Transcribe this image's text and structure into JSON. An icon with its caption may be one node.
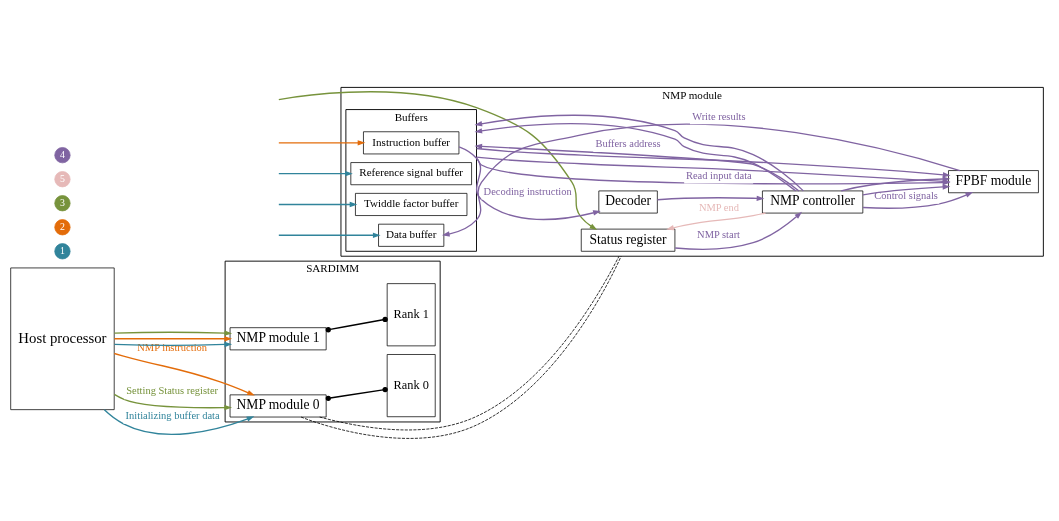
{
  "diagram": {
    "nodes": [
      {
        "text": [
          "Host processor"
        ]
      },
      {
        "text": [
          "SARDIMM"
        ]
      },
      {
        "text": [
          "NMP module 0"
        ],
        "in": 1
      },
      {
        "text": [
          "NMP module 1"
        ],
        "in": 1
      },
      {
        "text": [
          "Rank 0"
        ],
        "in": 1
      },
      {
        "text": [
          "Rank 1"
        ],
        "in": 1
      },
      {
        "text": [
          "NMP module"
        ]
      },
      {
        "text": [
          "Status register"
        ],
        "in": 6
      },
      {
        "text": [
          "Buffers"
        ],
        "in": 6
      },
      {
        "text": [
          "Instruction buffer"
        ],
        "in": 8
      },
      {
        "text": [
          "Reference signal buffer"
        ],
        "in": 8
      },
      {
        "text": [
          "Twiddle factor buffer"
        ],
        "in": 8
      },
      {
        "text": [
          "Data buffer"
        ],
        "in": 8
      },
      {
        "text": [
          "Decoder"
        ],
        "in": 6
      },
      {
        "text": [
          "NMP controller"
        ],
        "in": 6
      },
      {
        "text": [
          "FPBF module"
        ],
        "in": 6
      }
    ],
    "edges": [
      {
        "from": 0,
        "to": 2,
        "arrow": "to",
        "label": "Initializing buffer data",
        "color": "#31849b"
      },
      {
        "from": 0,
        "to": 3,
        "arrow": "to",
        "color": "#31849b"
      },
      {
        "from": 0,
        "to": 2,
        "arrow": "to",
        "label": "NMP instruction",
        "color": "#e36c0a"
      },
      {
        "from": 0,
        "to": 3,
        "arrow": "to",
        "color": "#e36c0a"
      },
      {
        "from": 0,
        "to": 2,
        "arrow": "to",
        "label": "Setting Status register",
        "color": "#77933c"
      },
      {
        "from": 0,
        "to": 3,
        "arrow": "to",
        "color": "#77933c"
      },
      {
        "from": 2,
        "to": 4,
        "arrow": "other",
        "color": "#000000"
      },
      {
        "from": 3,
        "to": 5,
        "arrow": "other",
        "color": "#000000"
      },
      {
        "from": 2,
        "to": 6,
        "arrow": "none",
        "style": "dashed",
        "color": "#000000"
      },
      {
        "from": 2,
        "to": 6,
        "arrow": "none",
        "style": "dashed",
        "color": "#000000"
      },
      {
        "from": null,
        "to": 7,
        "arrow": "to",
        "color": "#77933c"
      },
      {
        "from": null,
        "to": 9,
        "arrow": "to",
        "color": "#e36c0a"
      },
      {
        "from": null,
        "to": 10,
        "arrow": "to",
        "color": "#31849b"
      },
      {
        "from": null,
        "to": 11,
        "arrow": "to",
        "color": "#31849b"
      },
      {
        "from": null,
        "to": 12,
        "arrow": "to",
        "color": "#31849b"
      },
      {
        "from": 14,
        "to": 7,
        "arrow": "to",
        "label": "NMP end",
        "color": "#e6b9b8"
      },
      {
        "from": 7,
        "to": 14,
        "arrow": "to",
        "label": "NMP start"
      },
      {
        "from": 9,
        "to": 13,
        "arrow": "to",
        "label": "Decoding instruction"
      },
      {
        "from": 13,
        "to": 14,
        "arrow": "to"
      },
      {
        "from": 14,
        "to": 8,
        "arrow": "to",
        "label": "Buffers address"
      },
      {
        "from": 14,
        "to": 8,
        "arrow": "to"
      },
      {
        "from": 14,
        "to": 8,
        "arrow": "to"
      },
      {
        "from": 8,
        "to": 15,
        "arrow": "to",
        "label": "Read input data"
      },
      {
        "from": 8,
        "to": 15,
        "arrow": "to"
      },
      {
        "from": 8,
        "to": 15,
        "arrow": "to"
      },
      {
        "from": 15,
        "to": 12,
        "arrow": "to",
        "label": "Write results"
      },
      {
        "from": 14,
        "to": 15,
        "arrow": "to",
        "label": "Control signals"
      },
      {
        "from": 14,
        "to": 15,
        "arrow": "to"
      },
      {
        "from": 14,
        "to": 15,
        "arrow": "to"
      }
    ],
    "labels": [
      "1",
      "2",
      "3",
      "5",
      "4"
    ]
  }
}
